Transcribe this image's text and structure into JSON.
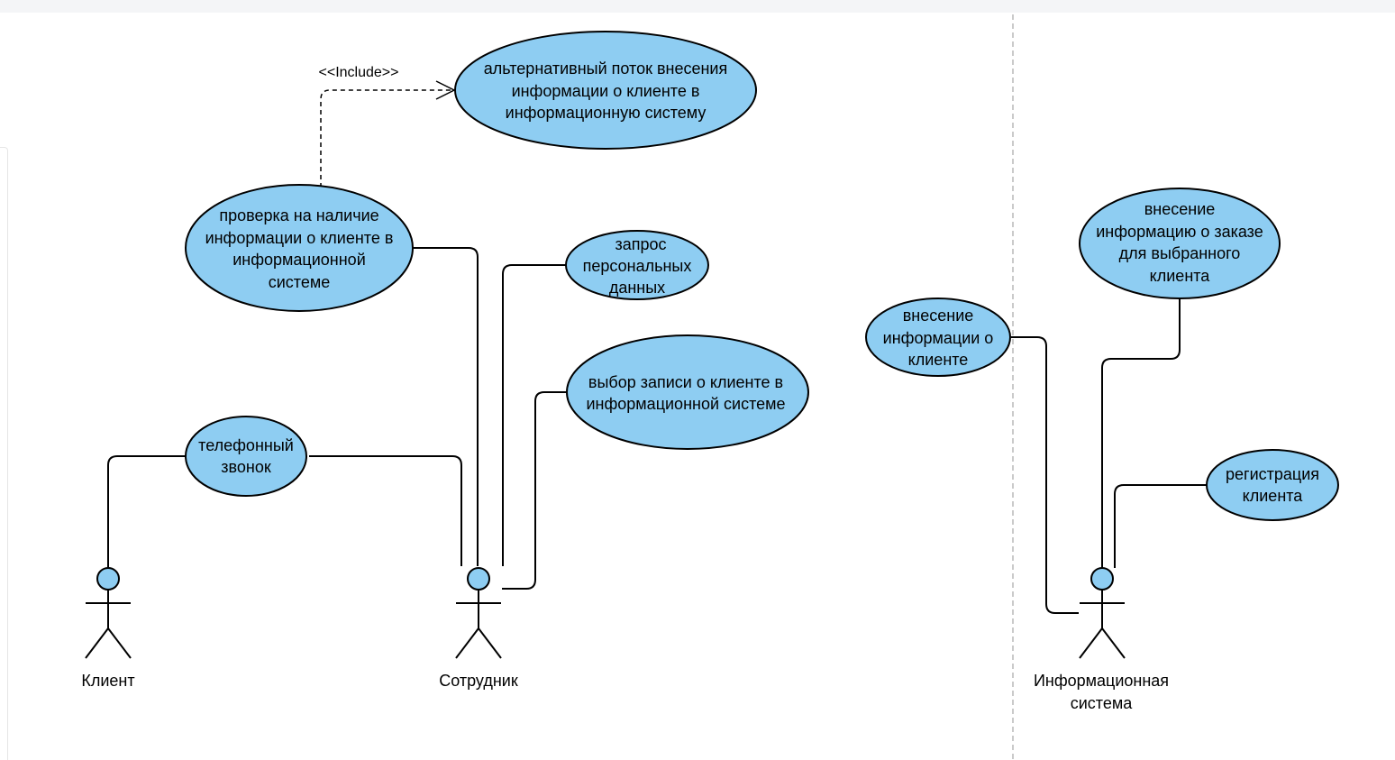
{
  "stereotype": "<<Include>>",
  "use_cases": {
    "alt_flow": [
      "альтернативный поток внесения",
      "информации о клиенте в",
      "информационную систему"
    ],
    "check": [
      "проверка на наличие",
      "информации о клиенте в",
      "информационной",
      "системе"
    ],
    "request": [
      "запрос",
      "персональных",
      "данных"
    ],
    "select": [
      "выбор записи о клиенте в",
      "информационной системе"
    ],
    "phone": [
      "телефонный",
      "звонок"
    ],
    "enter_order": [
      "внесение",
      "информацию о заказе",
      "для выбранного",
      "клиента"
    ],
    "enter_client": [
      "внесение",
      "информации о",
      "клиенте"
    ],
    "register": [
      "регистрация",
      "клиента"
    ]
  },
  "actors": {
    "client": [
      "Клиент"
    ],
    "employee": [
      "Сотрудник"
    ],
    "system": [
      "Информационная",
      "система"
    ]
  },
  "colors": {
    "use_case_fill": "#8ecdf2",
    "stroke": "#000000",
    "separator": "#b8b8b8"
  }
}
